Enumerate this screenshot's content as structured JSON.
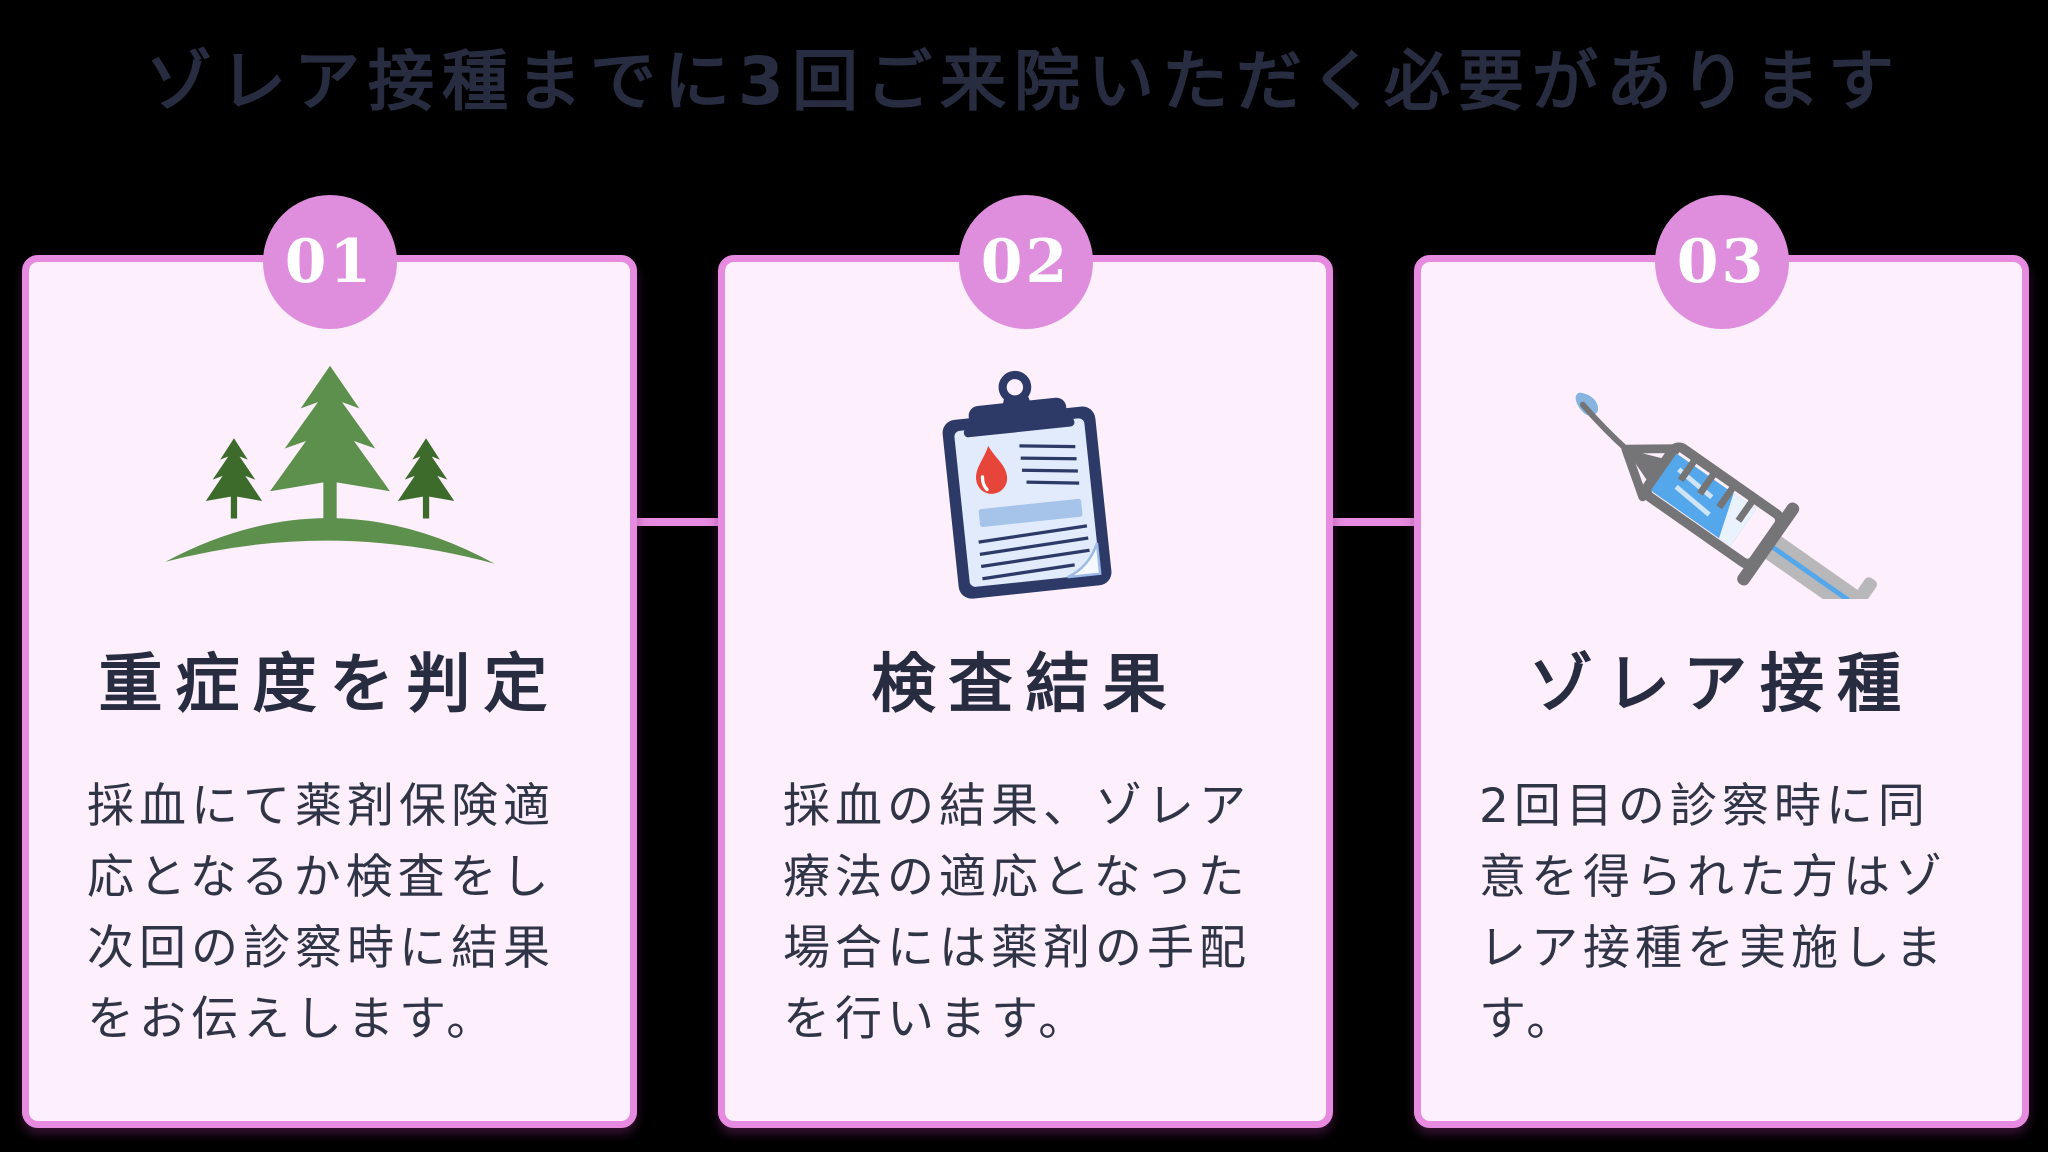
{
  "title": "ゾレア接種までに3回ご来院いただく必要があります",
  "colors": {
    "background": "#000000",
    "title_text": "#272c41",
    "card_background": "#fdeffb",
    "card_border": "#e78be0",
    "badge_fill": "#df8edd",
    "badge_text": "#ffffff",
    "body_text": "#2f3447",
    "tree_light_green": "#5d8f4d",
    "tree_dark_green": "#3d6b2b",
    "clipboard_navy": "#2d3a68",
    "clipboard_paper": "#e2ebfc",
    "clipboard_bar_blue": "#a6c3ea",
    "blood_drop_red": "#e8453a",
    "syringe_gray": "#757577",
    "syringe_light_gray": "#b8b8ba",
    "syringe_liquid_blue": "#55a7ec",
    "droplet_blue": "#86b4df"
  },
  "cards": [
    {
      "number": "01",
      "icon": "forest-trees-icon",
      "heading": "重症度を判定",
      "body_lines": [
        "採血にて薬剤保険適",
        "応となるか検査をし",
        "次回の診察時に結果",
        "をお伝えします。"
      ]
    },
    {
      "number": "02",
      "icon": "blood-test-clipboard-icon",
      "heading": "検査結果",
      "body_lines": [
        "採血の結果、ゾレア",
        "療法の適応となった",
        "場合には薬剤の手配",
        "を行います。"
      ]
    },
    {
      "number": "03",
      "icon": "syringe-icon",
      "heading": "ゾレア接種",
      "body_lines": [
        "2回目の診察時に同",
        "意を得られた方はゾ",
        "レア接種を実施しま",
        "す。"
      ]
    }
  ]
}
